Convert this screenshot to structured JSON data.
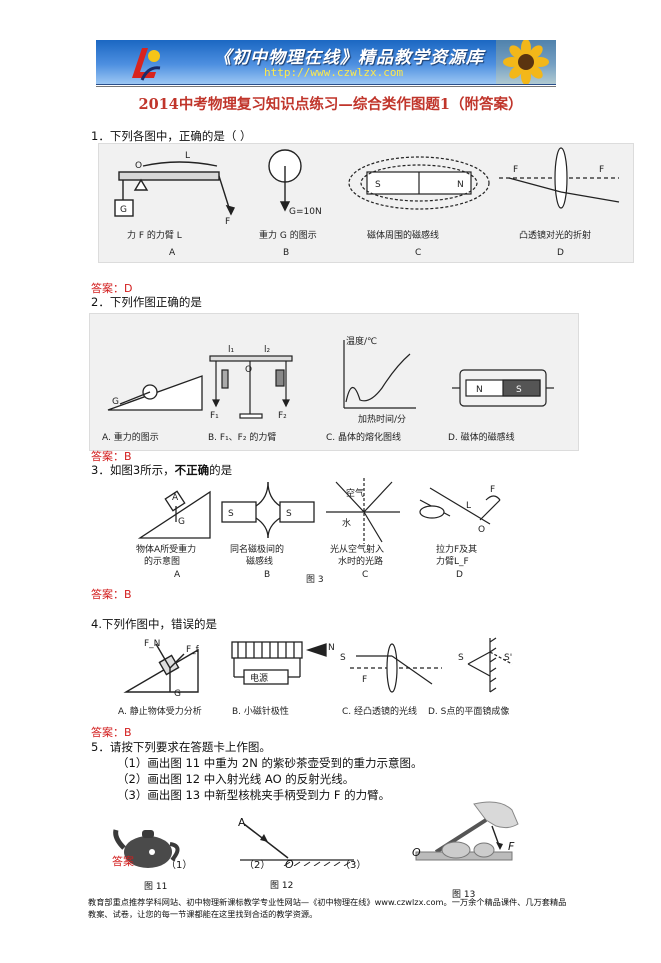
{
  "header": {
    "banner_title": "《初中物理在线》精品教学资源库",
    "banner_url": "http://www.czwlzx.com"
  },
  "title": "2014中考物理复习知识点练习—综合类作图题1（附答案）",
  "q1": {
    "text": "1．下列各图中，正确的是（        ）",
    "figures": [
      {
        "letter": "A",
        "caption": "力 F 的力臂 L",
        "labels": [
          "O",
          "L",
          "G",
          "F"
        ]
      },
      {
        "letter": "B",
        "caption": "重力 G 的图示",
        "labels": [
          "G=10N"
        ]
      },
      {
        "letter": "C",
        "caption": "磁体周围的磁感线",
        "labels": [
          "S",
          "N"
        ]
      },
      {
        "letter": "D",
        "caption": "凸透镜对光的折射",
        "labels": [
          "F",
          "F"
        ]
      }
    ],
    "answer": "答案：D"
  },
  "q2": {
    "text": "2．下列作图正确的是",
    "figures": [
      {
        "caption": "A. 重力的图示",
        "labels": [
          "G"
        ]
      },
      {
        "caption": "B. F₁、F₂ 的力臂",
        "labels": [
          "l₁",
          "l₂",
          "O",
          "F₁",
          "F₂"
        ]
      },
      {
        "caption": "C. 晶体的熔化图线",
        "labels": [
          "温度/℃",
          "加热时间/分"
        ]
      },
      {
        "caption": "D. 磁体的磁感线",
        "labels": [
          "N",
          "S"
        ]
      }
    ],
    "answer": "答案：B"
  },
  "q3": {
    "text_prefix": "3．如图3所示，",
    "text_bold": "不正确",
    "text_suffix": "的是",
    "figures": [
      {
        "letter": "A",
        "caption_lines": [
          "物体A所受重力",
          "的示意图"
        ],
        "labels": [
          "A",
          "G"
        ]
      },
      {
        "letter": "B",
        "caption_lines": [
          "同名磁极间的",
          "磁感线"
        ],
        "labels": [
          "S",
          "S"
        ]
      },
      {
        "letter": "C",
        "caption_lines": [
          "光从空气射入",
          "水时的光路"
        ],
        "labels": [
          "空气",
          "水"
        ]
      },
      {
        "letter": "D",
        "caption_lines": [
          "拉力F及其",
          "力臂L_F"
        ],
        "labels": [
          "F",
          "L",
          "O"
        ]
      }
    ],
    "figure_label": "图 3",
    "answer": "答案：B"
  },
  "q4": {
    "text": "4.下列作图中，错误的是",
    "figures": [
      {
        "caption": "A. 静止物体受力分析",
        "labels": [
          "F_N",
          "F_f",
          "G"
        ]
      },
      {
        "caption": "B. 小磁针极性",
        "labels": [
          "N",
          "S",
          "电源"
        ]
      },
      {
        "caption": "C. 经凸透镜的光线",
        "labels": [
          "F"
        ]
      },
      {
        "caption": "D. S点的平面镜成像",
        "labels": [
          "S",
          "S'"
        ]
      }
    ],
    "answer": "答案：B"
  },
  "q5": {
    "text": "5．请按下列要求在答题卡上作图。",
    "items": [
      "（1）画出图 11 中重为 2N 的紫砂茶壶受到的重力示意图。",
      "（2）画出图 12 中入射光线 AO 的反射光线。",
      "（3）画出图 13 中新型核桃夹手柄受到力 F 的力臂。"
    ],
    "answer_fragment": "答案",
    "markers": [
      "（1）",
      "（2）",
      "（3）"
    ],
    "fig_labels": [
      "图 11",
      "图 12",
      "图 13"
    ],
    "point_labels": [
      "A",
      "O",
      "O",
      "F"
    ]
  },
  "footer": "教育部重点推荐学科网站、初中物理新课标教学专业性网站—《初中物理在线》www.czwlzx.com。一万余个精品课件、几万套精品教案、试卷，让您的每一节课都能在这里找到合适的教学资源。"
}
